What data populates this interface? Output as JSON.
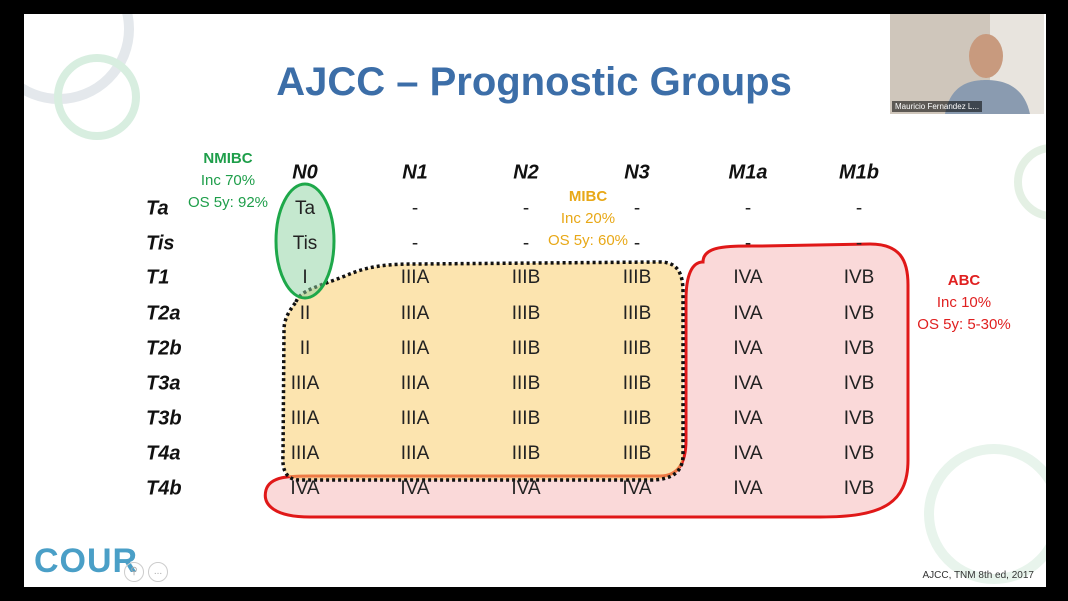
{
  "title": "AJCC – Prognostic Groups",
  "citation": "AJCC, TNM 8th ed, 2017",
  "logo": "COUR",
  "webcam": {
    "name": "Mauricio Fernandez L..."
  },
  "toolbar": {
    "icons": [
      "magnifier-icon",
      "more-icon"
    ],
    "more_label": "..."
  },
  "columns": [
    "N0",
    "N1",
    "N2",
    "N3",
    "M1a",
    "M1b"
  ],
  "rows": [
    {
      "label": "Ta",
      "cells": [
        "Ta",
        "-",
        "-",
        "-",
        "-",
        "-"
      ]
    },
    {
      "label": "Tis",
      "cells": [
        "Tis",
        "-",
        "-",
        "-",
        "-",
        "-"
      ]
    },
    {
      "label": "T1",
      "cells": [
        "I",
        "IIIA",
        "IIIB",
        "IIIB",
        "IVA",
        "IVB"
      ]
    },
    {
      "label": "T2a",
      "cells": [
        "II",
        "IIIA",
        "IIIB",
        "IIIB",
        "IVA",
        "IVB"
      ]
    },
    {
      "label": "T2b",
      "cells": [
        "II",
        "IIIA",
        "IIIB",
        "IIIB",
        "IVA",
        "IVB"
      ]
    },
    {
      "label": "T3a",
      "cells": [
        "IIIA",
        "IIIA",
        "IIIB",
        "IIIB",
        "IVA",
        "IVB"
      ]
    },
    {
      "label": "T3b",
      "cells": [
        "IIIA",
        "IIIA",
        "IIIB",
        "IIIB",
        "IVA",
        "IVB"
      ]
    },
    {
      "label": "T4a",
      "cells": [
        "IIIA",
        "IIIA",
        "IIIB",
        "IIIB",
        "IVA",
        "IVB"
      ]
    },
    {
      "label": "T4b",
      "cells": [
        "IVA",
        "IVA",
        "IVA",
        "IVA",
        "IVA",
        "IVB"
      ]
    }
  ],
  "nmibc": {
    "title": "NMIBC",
    "line1": "Inc 70%",
    "line2": "OS 5y: 92%",
    "color": "#1e9e4a"
  },
  "mibc": {
    "title": "MIBC",
    "line1": "Inc 20%",
    "line2": "OS 5y: 60%",
    "color": "#e8a817"
  },
  "abc": {
    "title": "ABC",
    "line1": "Inc 10%",
    "line2": "OS 5y: 5-30%",
    "color": "#e02020"
  }
}
